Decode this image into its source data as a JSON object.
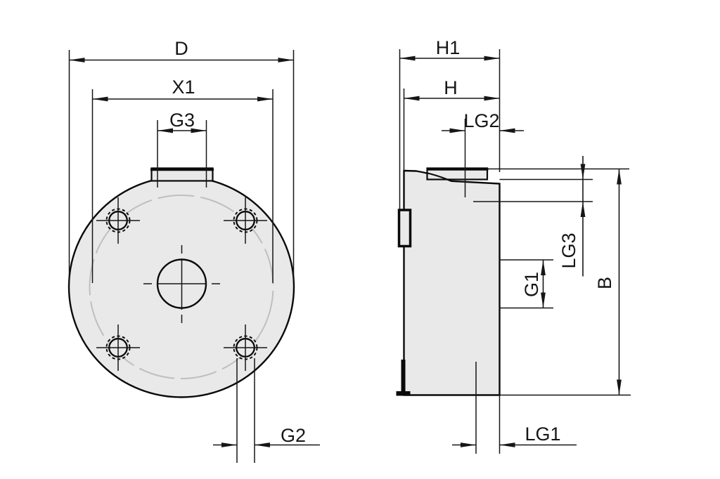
{
  "drawing": {
    "type": "technical_dimension_drawing",
    "description": "Two-view CAD dimension drawing of a round suction-cup style component: front (circular flange with 4 threaded holes, center port, top nipple) and side profile view",
    "colors": {
      "background": "#ffffff",
      "part_fill": "#e9e9e9",
      "outline": "#0a0a0a",
      "bolt_circle_gray": "#bfbfbf"
    },
    "front_view": {
      "name": "front view",
      "dims": {
        "d": "D",
        "x1": "X1",
        "g3": "G3",
        "g2": "G2"
      }
    },
    "side_view": {
      "name": "side view",
      "dims": {
        "h1": "H1",
        "h": "H",
        "lg2": "LG2",
        "lg3": "LG3",
        "g1": "G1",
        "b": "B",
        "lg1": "LG1"
      }
    }
  }
}
